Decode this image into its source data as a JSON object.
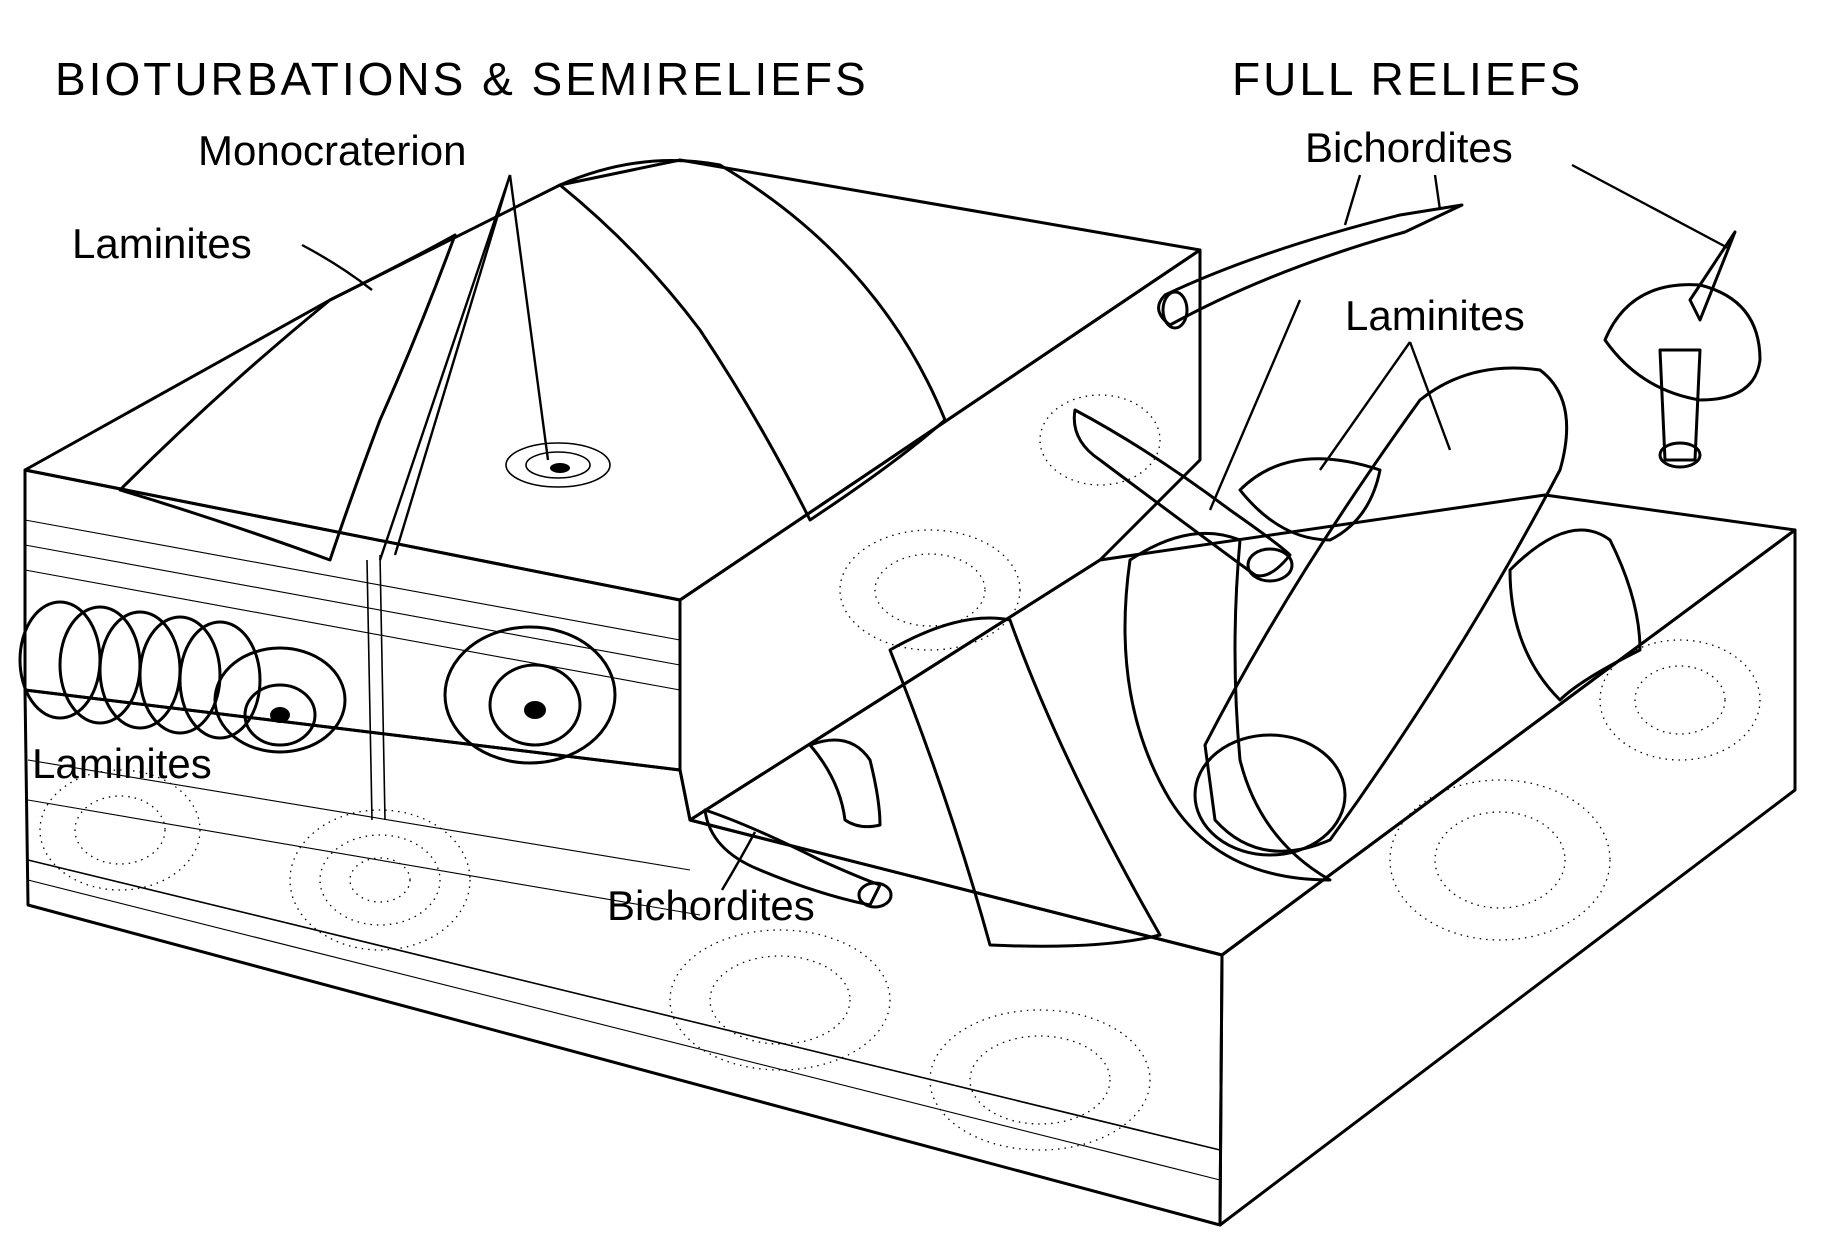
{
  "headings": {
    "left": "BIOTURBATIONS & SEMIRELIEFS",
    "right": "FULL RELIEFS"
  },
  "labels": {
    "monocraterion": "Monocraterion",
    "laminites_top": "Laminites",
    "laminites_side": "Laminites",
    "laminites_right": "Laminites",
    "bichordites_top": "Bichordites",
    "bichordites_bottom": "Bichordites"
  },
  "colors": {
    "ink": "#000000",
    "paper": "#ffffff"
  }
}
